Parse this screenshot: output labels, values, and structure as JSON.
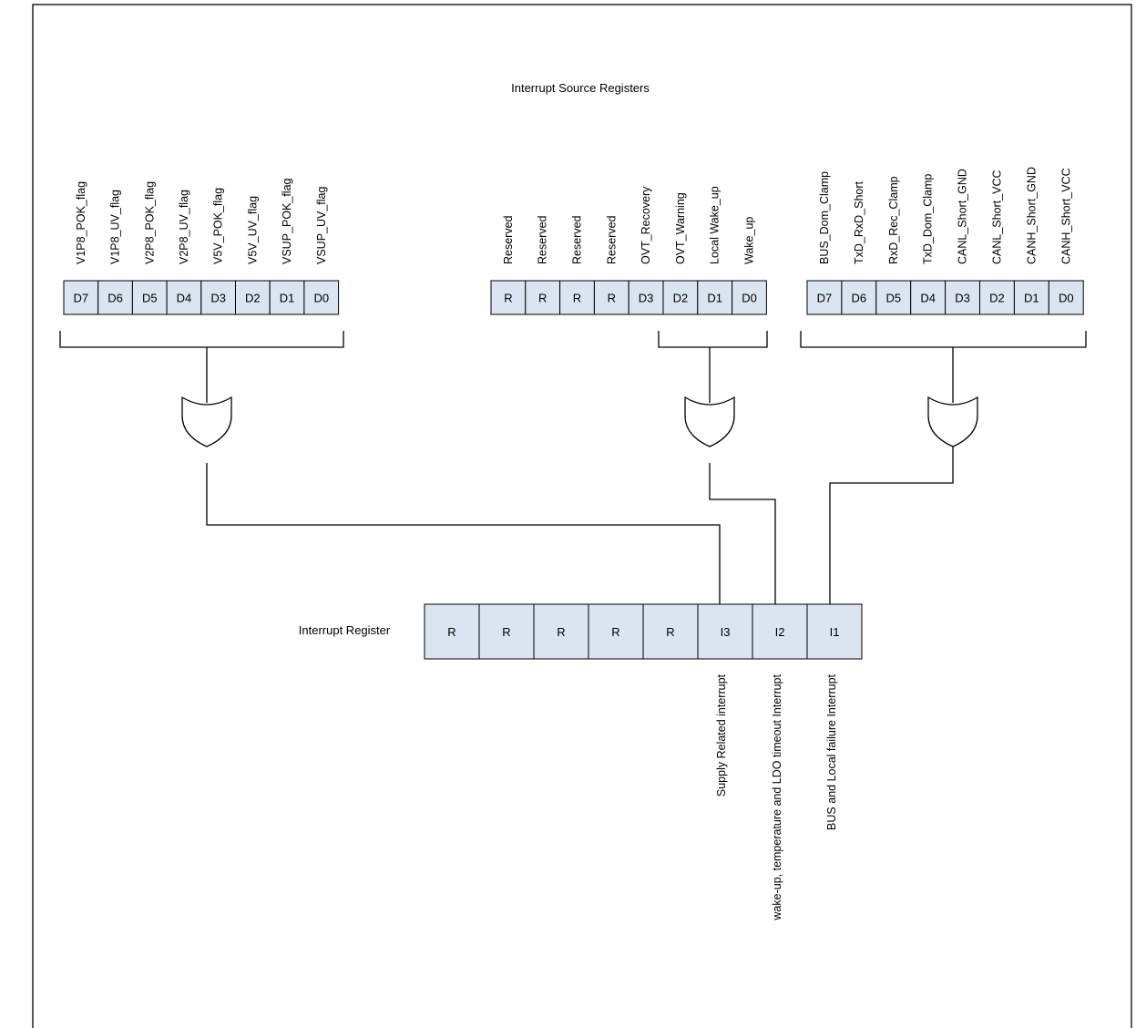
{
  "title": "Interrupt Source Registers",
  "interrupt_register_label": "Interrupt Register",
  "registers": [
    {
      "id": "supply",
      "fields": [
        "V1P8_POK_flag",
        "V1P8_UV_flag",
        "V2P8_POK_flag",
        "V2P8_UV_flag",
        "V5V_POK_flag",
        "V5V_UV_flag",
        "VSUP_POK_flag",
        "VSUP_UV_flag"
      ],
      "bits": [
        "D7",
        "D6",
        "D5",
        "D4",
        "D3",
        "D2",
        "D1",
        "D0"
      ]
    },
    {
      "id": "wake",
      "fields": [
        "Reserved",
        "Reserved",
        "Reserved",
        "Reserved",
        "OVT_Recovery",
        "OVT_Warning",
        "Local Wake_up",
        "Wake_up"
      ],
      "bits": [
        "R",
        "R",
        "R",
        "R",
        "D3",
        "D2",
        "D1",
        "D0"
      ]
    },
    {
      "id": "bus",
      "fields": [
        "BUS_Dom_Clamp",
        "TxD_RxD_Short",
        "RxD_Rec_Clamp",
        "TxD_Dom_Clamp",
        "CANL_Short_GND",
        "CANL_Short_VCC",
        "CANH_Short_GND",
        "CANH_Short_VCC"
      ],
      "bits": [
        "D7",
        "D6",
        "D5",
        "D4",
        "D3",
        "D2",
        "D1",
        "D0"
      ]
    }
  ],
  "interrupt_register": {
    "bits": [
      "R",
      "R",
      "R",
      "R",
      "R",
      "I3",
      "I2",
      "I1"
    ],
    "descriptions": [
      "Supply Related interrupt",
      "wake-up, temperature and LDO timeout Interrupt",
      "BUS and Local failure Interrupt"
    ]
  }
}
